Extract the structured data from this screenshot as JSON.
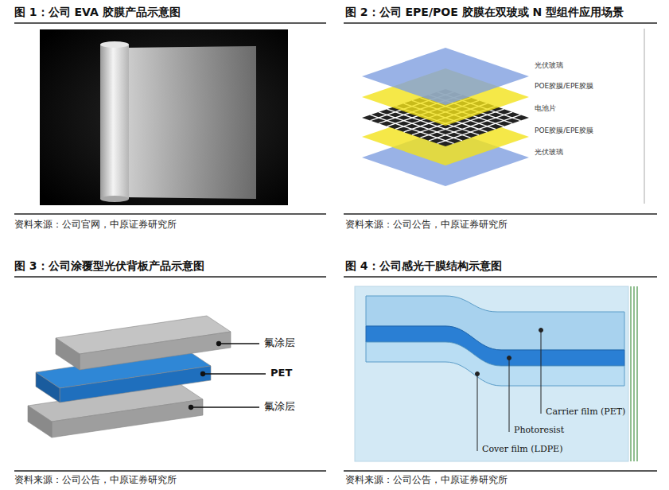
{
  "diagram": {
    "labels": [
      "图 1：公司 EVA 胶膜产品示意图",
      "资料来源：公司官网，中原证券研究所",
      "图 2：公司 EPE/POE 胶膜在双玻或 N 型组件应用场景",
      "光伏玻璃",
      "POE胶膜/EPE胶膜",
      "电池片",
      "POE胶膜/EPE胶膜",
      "光伏玻璃",
      "资料来源：公司公告，中原证券研究所",
      "图 3：公司涂覆型光伏背板产品示意图",
      "氟涂层",
      "PET",
      "氟涂层",
      "资料来源：公司公告，中原证券研究所",
      "图 4：公司感光干膜结构示意图",
      "Carrier film (PET)",
      "Photoresist",
      "Cover film (LDPE)",
      "资料来源：公司公告，中原证券研究所"
    ]
  }
}
